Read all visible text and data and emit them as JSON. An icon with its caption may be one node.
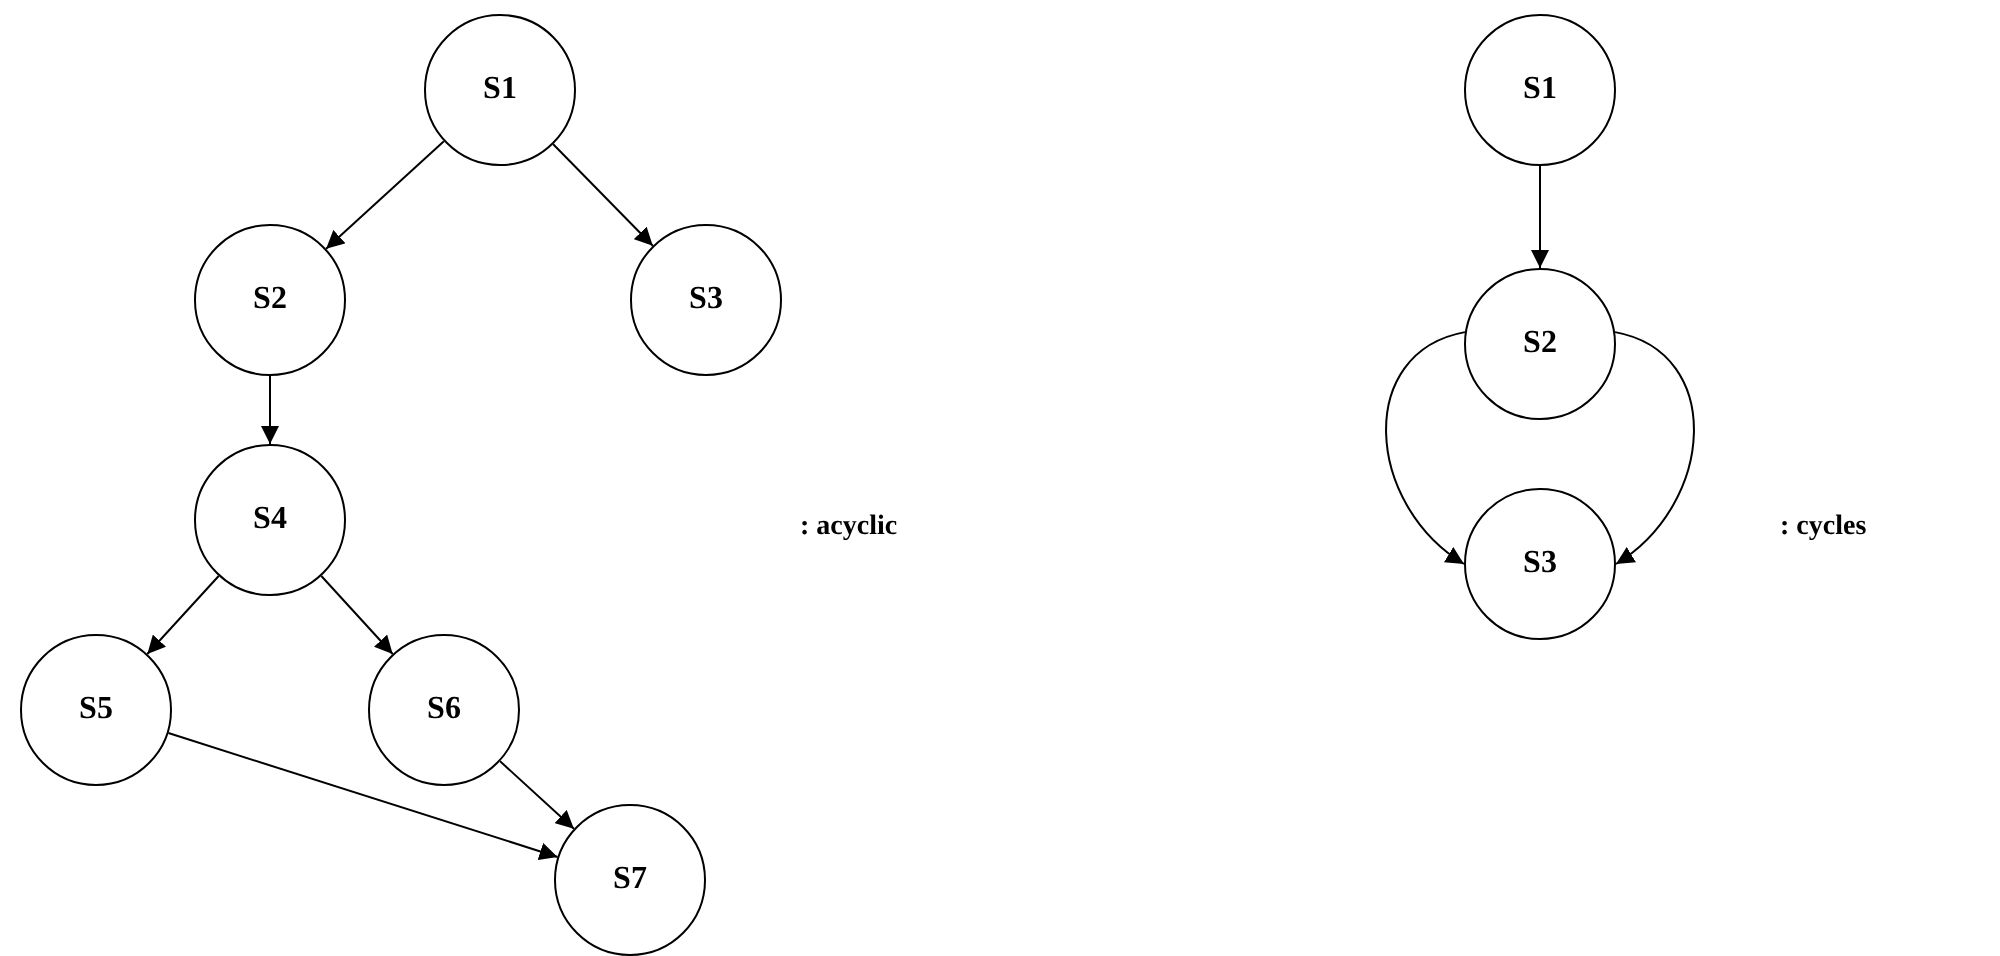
{
  "diagram": {
    "nodes": [
      {
        "text": [
          "S1"
        ]
      },
      {
        "text": [
          "S2"
        ]
      },
      {
        "text": [
          "S3"
        ]
      },
      {
        "text": [
          "S4"
        ]
      },
      {
        "text": [
          "S5"
        ]
      },
      {
        "text": [
          "S6"
        ]
      },
      {
        "text": [
          "S7"
        ]
      },
      {
        "text": [
          "S1"
        ]
      },
      {
        "text": [
          "S2"
        ]
      },
      {
        "text": [
          "S3"
        ]
      }
    ],
    "edges": [
      {
        "from": 0,
        "to": 1,
        "arrow": "to"
      },
      {
        "from": 0,
        "to": 2,
        "arrow": "to"
      },
      {
        "from": 1,
        "to": 3,
        "arrow": "to"
      },
      {
        "from": 3,
        "to": 4,
        "arrow": "to"
      },
      {
        "from": 3,
        "to": 5,
        "arrow": "to"
      },
      {
        "from": 4,
        "to": 6,
        "arrow": "to"
      },
      {
        "from": 5,
        "to": 6,
        "arrow": "to"
      },
      {
        "from": 7,
        "to": 8,
        "arrow": "to"
      },
      {
        "from": 8,
        "to": 9,
        "arrow": "to"
      },
      {
        "from": 8,
        "to": 9,
        "arrow": "to"
      }
    ],
    "labels": [
      ": acyclic",
      ": cycles"
    ]
  }
}
